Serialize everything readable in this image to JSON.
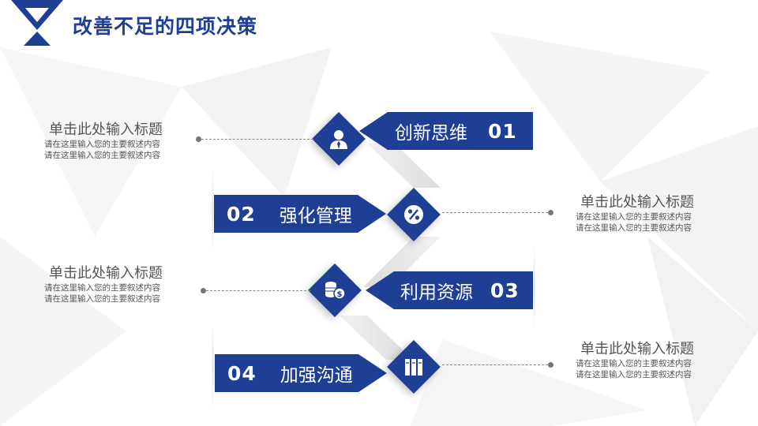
{
  "title": "改善不足的四项决策",
  "steps": [
    {
      "num": "01",
      "label": "创新思维",
      "icon": "person-icon"
    },
    {
      "num": "02",
      "label": "强化管理",
      "icon": "percent-icon"
    },
    {
      "num": "03",
      "label": "利用资源",
      "icon": "coins-icon"
    },
    {
      "num": "04",
      "label": "加强沟通",
      "icon": "books-icon"
    }
  ],
  "captions": [
    {
      "heading": "单击此处输入标题",
      "line1": "请在这里输入您的主要叙述内容",
      "line2": "请在这里输入您的主要叙述内容"
    },
    {
      "heading": "单击此处输入标题",
      "line1": "请在这里输入您的主要叙述内容",
      "line2": "请在这里输入您的主要叙述内容"
    },
    {
      "heading": "单击此处输入标题",
      "line1": "请在这里输入您的主要叙述内容",
      "line2": "请在这里输入您的主要叙述内容"
    },
    {
      "heading": "单击此处输入标题",
      "line1": "请在这里输入您的主要叙述内容",
      "line2": "请在这里输入您的主要叙述内容"
    }
  ],
  "colors": {
    "primary": "#1e3f94"
  }
}
